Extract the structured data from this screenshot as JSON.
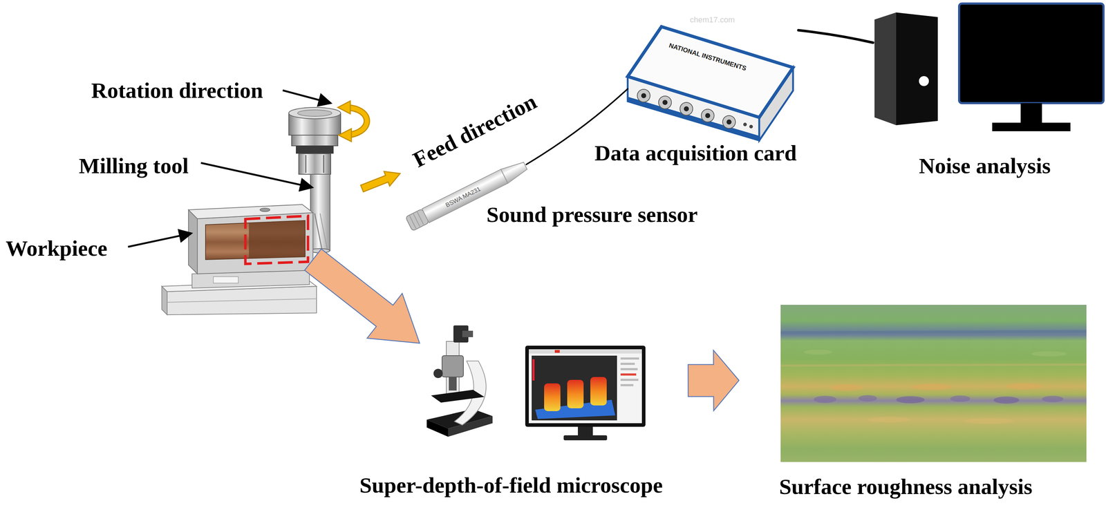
{
  "diagram": {
    "nodes": [
      {
        "text": [
          "Sound pressure sensor"
        ]
      },
      {
        "text": [
          "Data acquisition card"
        ]
      },
      {
        "text": [
          "Noise analysis"
        ]
      },
      {
        "text": [
          "Workpiece"
        ]
      },
      {
        "text": [
          "Super-depth-of-field microscope"
        ]
      },
      {
        "text": [
          "Surface roughness analysis"
        ]
      }
    ],
    "edges": [
      {
        "from": 0,
        "to": 1,
        "arrow": "none"
      },
      {
        "from": 1,
        "to": 2,
        "arrow": "none"
      },
      {
        "from": 3,
        "to": 4,
        "arrow": "to"
      },
      {
        "from": 4,
        "to": 5,
        "arrow": "to"
      }
    ],
    "labels": [
      "Rotation direction",
      "Feed direction",
      "Milling tool",
      "chem17.com",
      "NATIONAL INSTRUMENTS",
      "BSWA MA231"
    ]
  }
}
